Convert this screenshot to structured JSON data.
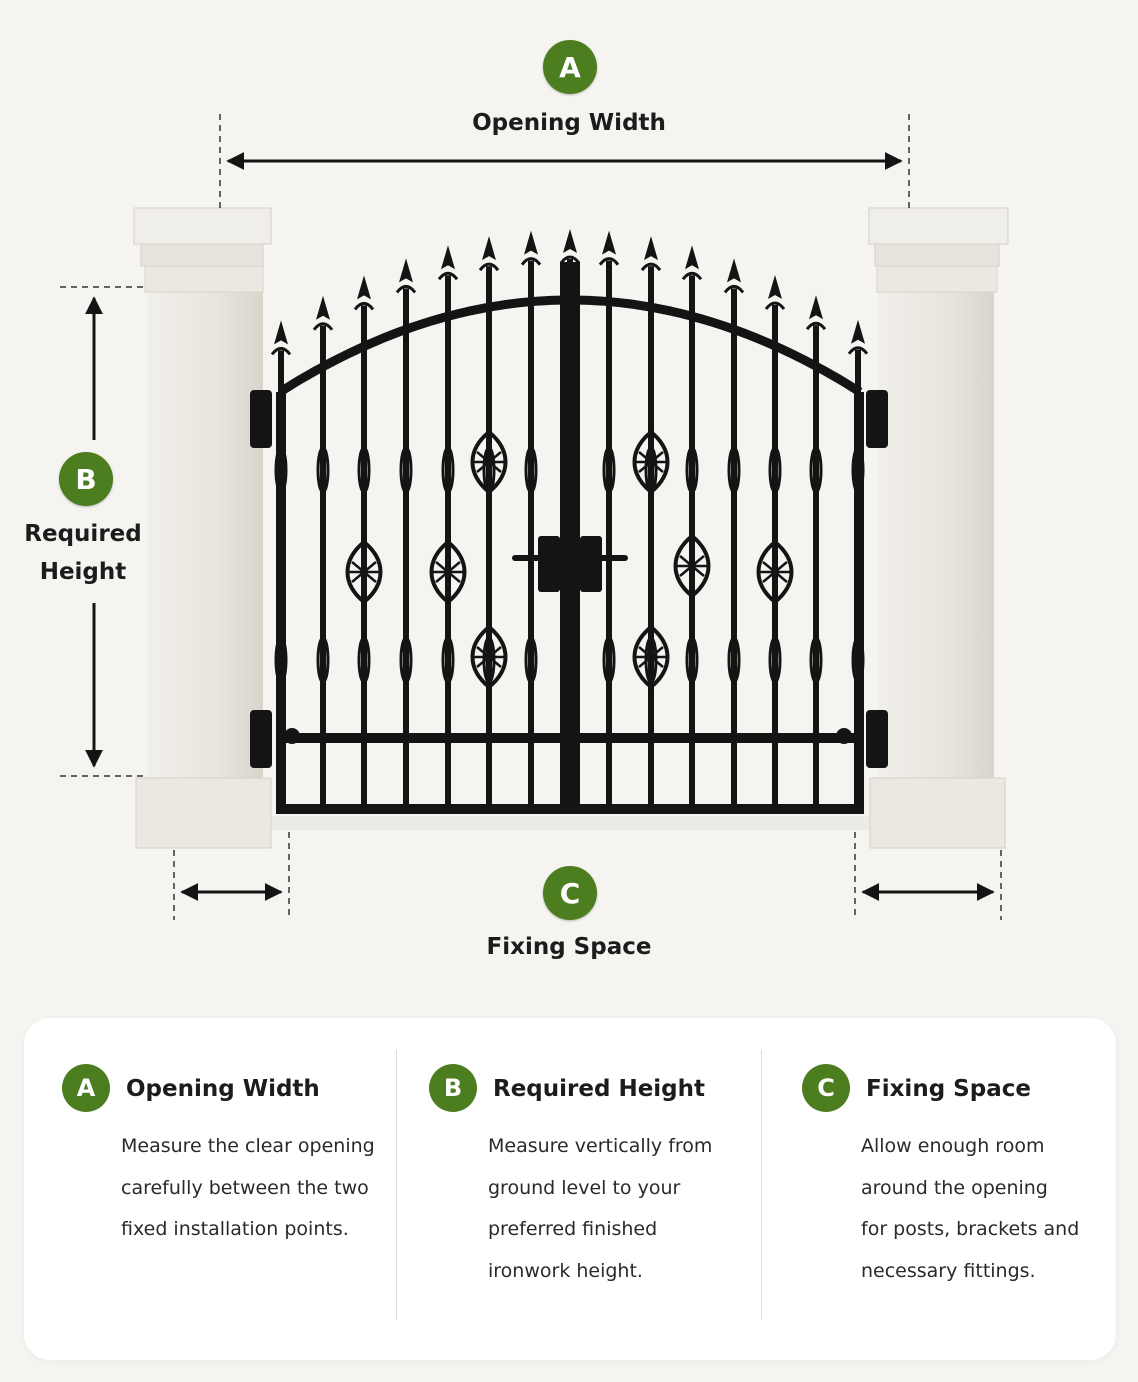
{
  "diagram": {
    "width": {
      "badge": "A",
      "label": "Opening Width"
    },
    "height": {
      "badge": "B",
      "label": "Required\nHeight"
    },
    "fixing": {
      "badge": "C",
      "label": "Fixing Space"
    }
  },
  "legend": [
    {
      "badge": "A",
      "title": "Opening Width",
      "text": "Measure the clear opening\ncarefully between the two\nfixed installation points."
    },
    {
      "badge": "B",
      "title": "Required Height",
      "text": "Measure vertically from\nground level to your\npreferred finished\nironwork height."
    },
    {
      "badge": "C",
      "title": "Fixing Space",
      "text": "Allow enough room\naround the opening\nfor posts, brackets and\nnecessary fittings."
    }
  ],
  "colors": {
    "accent": "#4c7d1f",
    "iron": "#141414",
    "pillar": "#e9e6df",
    "background": "#f5f4f1"
  },
  "icons": [
    "double-arrow-icon",
    "spear-finial-icon",
    "basket-twist-icon",
    "gate-latch-icon",
    "hinge-icon"
  ]
}
